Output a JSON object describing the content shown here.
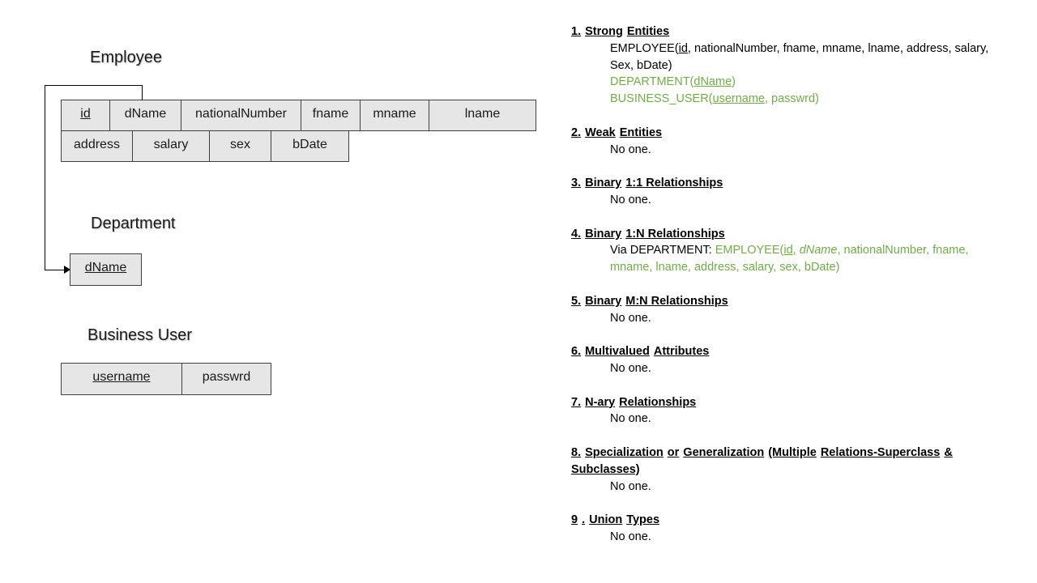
{
  "colors": {
    "cell_fill": "#e7e6e6",
    "cell_border": "#404040",
    "green_text": "#70ad47"
  },
  "entities": {
    "employee": {
      "title": "Employee",
      "row1": [
        "id",
        "dName",
        "nationalNumber",
        "fname",
        "mname",
        "lname"
      ],
      "row2": [
        "address",
        "salary",
        "sex",
        "bDate"
      ]
    },
    "department": {
      "title": "Department",
      "attr": "dName"
    },
    "business_user": {
      "title": "Business User",
      "attrs": [
        "username",
        "passwrd"
      ]
    }
  },
  "mapping": {
    "s1": {
      "heading": [
        "1.",
        "Strong",
        "Entities"
      ],
      "employee_prefix": "EMPLOYEE(",
      "employee_pk": "id",
      "employee_rest": ", nationalNumber, fname, mname, lname, address, salary,",
      "employee_line2": "Sex, bDate)",
      "dept_prefix": "DEPARTMENT(",
      "dept_pk": "dName",
      "dept_suffix": ")",
      "bu_prefix": "BUSINESS_USER(",
      "bu_pk": "username",
      "bu_rest": ",  passwrd)"
    },
    "s2": {
      "heading": [
        "2.",
        "Weak",
        "Entities"
      ],
      "body": "No one."
    },
    "s3": {
      "heading": [
        "3.",
        "Binary",
        "1:1 Relationships"
      ],
      "body": "No one."
    },
    "s4": {
      "heading": [
        "4.",
        "Binary",
        "1:N Relationships"
      ],
      "via": "Via DEPARTMENT: ",
      "emp_prefix": "EMPLOYEE(",
      "emp_pk": "id",
      "emp_sep": ", ",
      "emp_fk": "dName",
      "emp_rest": ", nationalNumber, fname,",
      "emp_line2": "mname, lname, address, salary, sex, bDate)"
    },
    "s5": {
      "heading": [
        "5.",
        "Binary",
        "M:N Relationships"
      ],
      "body": "No one."
    },
    "s6": {
      "heading": [
        "6.",
        "Multivalued",
        "Attributes"
      ],
      "body": "No one."
    },
    "s7": {
      "heading": [
        "7.",
        "N-ary",
        "Relationships"
      ],
      "body": "No one."
    },
    "s8": {
      "heading_line1": [
        "8.",
        "Specialization",
        "or",
        "Generalization",
        "(Multiple",
        "Relations-Superclass",
        "&"
      ],
      "heading_line2": "Subclasses)",
      "body": "No one."
    },
    "s9": {
      "heading": [
        "9",
        ".",
        "Union",
        "Types"
      ],
      "body": "No one."
    }
  }
}
